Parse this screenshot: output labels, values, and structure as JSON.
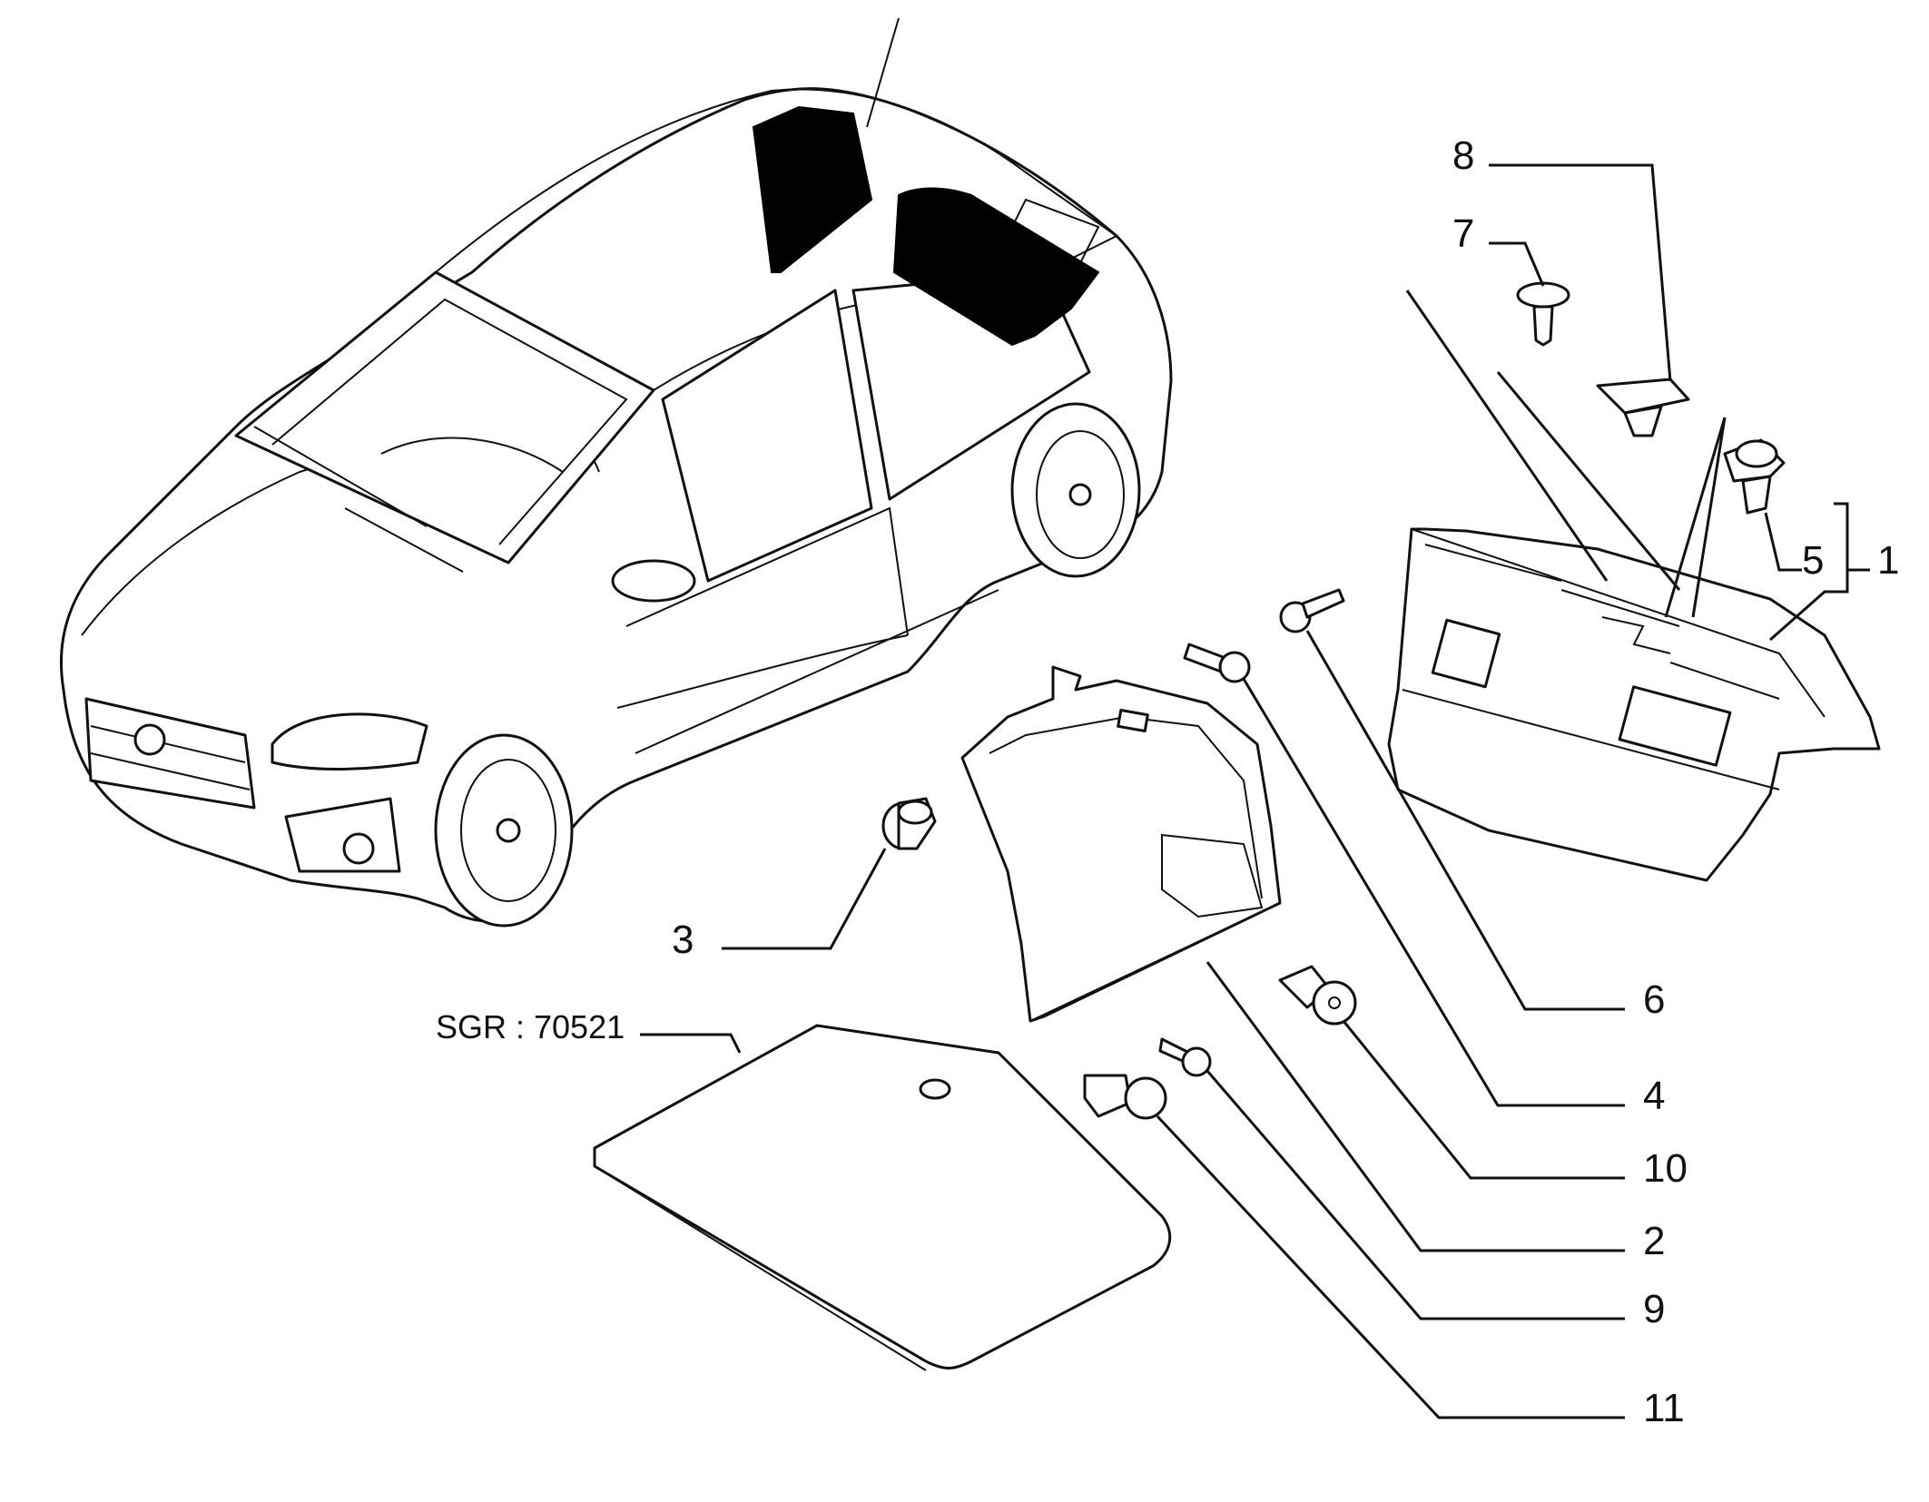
{
  "reference": "SGR : 70521",
  "callouts": [
    {
      "id": "1",
      "label": "1"
    },
    {
      "id": "2",
      "label": "2"
    },
    {
      "id": "3",
      "label": "3"
    },
    {
      "id": "4",
      "label": "4"
    },
    {
      "id": "5",
      "label": "5"
    },
    {
      "id": "6",
      "label": "6"
    },
    {
      "id": "7",
      "label": "7"
    },
    {
      "id": "8",
      "label": "8"
    },
    {
      "id": "9",
      "label": "9"
    },
    {
      "id": "10",
      "label": "10"
    },
    {
      "id": "11",
      "label": "11"
    }
  ]
}
